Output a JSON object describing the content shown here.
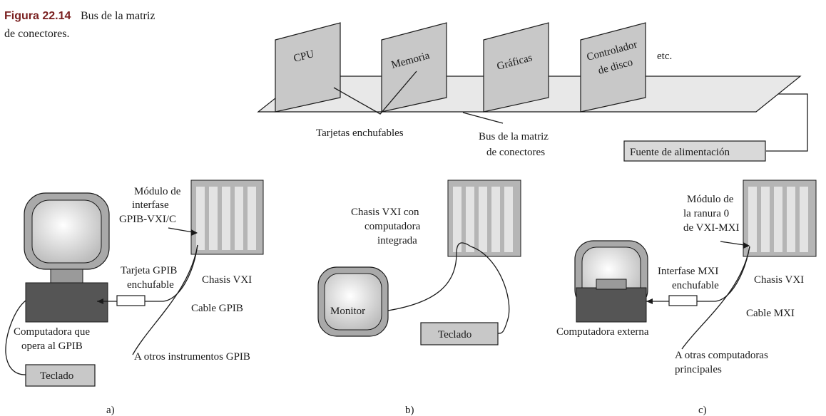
{
  "caption": {
    "number": "Figura 22.14",
    "line1": "Bus de la matriz",
    "line2": "de conectores."
  },
  "top": {
    "cards": [
      "CPU",
      "Memoria",
      "Gráficas",
      "Controlador",
      "de disco"
    ],
    "etc": "etc.",
    "cards_label": "Tarjetas enchufables",
    "bus_label_1": "Bus de la matriz",
    "bus_label_2": "de conectores",
    "power": "Fuente de alimentación"
  },
  "a": {
    "module_1": "Módulo de",
    "module_2": "interfase",
    "module_3": "GPIB-VXI/C",
    "card_1": "Tarjeta GPIB",
    "card_2": "enchufable",
    "chassis": "Chasis VXI",
    "cable": "Cable GPIB",
    "computer_1": "Computadora que",
    "computer_2": "opera al GPIB",
    "others": "A otros instrumentos GPIB",
    "keyboard": "Teclado",
    "label": "a)"
  },
  "b": {
    "chassis_1": "Chasis VXI con",
    "chassis_2": "computadora",
    "chassis_3": "integrada",
    "monitor": "Monitor",
    "keyboard": "Teclado",
    "label": "b)"
  },
  "c": {
    "module_1": "Módulo de",
    "module_2": "la ranura 0",
    "module_3": "de VXI-MXI",
    "iface_1": "Interfase MXI",
    "iface_2": "enchufable",
    "chassis": "Chasis VXI",
    "cable": "Cable MXI",
    "computer": "Computadora externa",
    "others_1": "A otras computadoras",
    "others_2": "principales",
    "label": "c)"
  },
  "colors": {
    "panel": "#b5b5b5",
    "slot": "#e3e3e3",
    "bus": "#e8e8e8",
    "card": "#c8c8c8",
    "box": "#d9d9d9",
    "screen_outer": "#a9a9a9",
    "base": "#555555",
    "caption": "#7a2020"
  }
}
